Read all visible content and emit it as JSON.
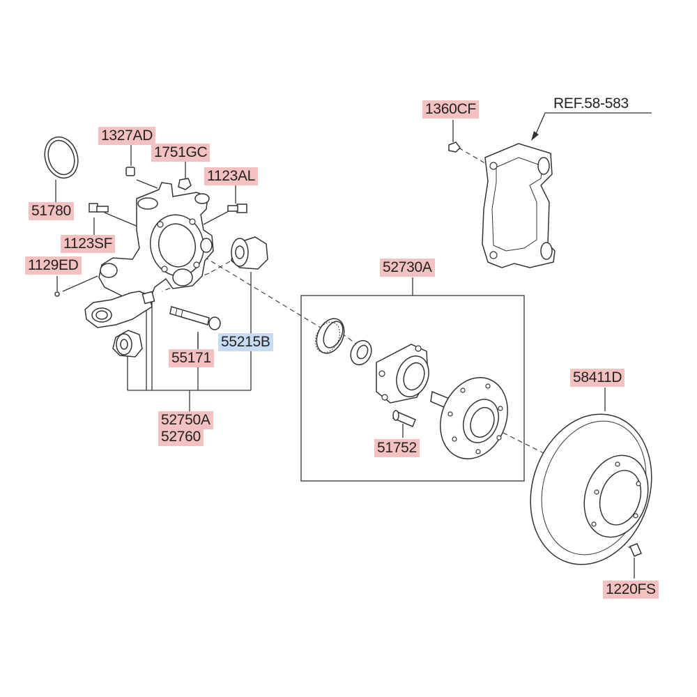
{
  "diagram": {
    "labels": {
      "p1327AD": "1327AD",
      "p1751GC": "1751GC",
      "p1123AL": "1123AL",
      "p51780": "51780",
      "p1123SF": "1123SF",
      "p1129ED": "1129ED",
      "p55215B": "55215B",
      "p55171": "55171",
      "p52750A": "52750A",
      "p52760": "52760",
      "p1360CF": "1360CF",
      "ref": "REF.58-583",
      "p52730A": "52730A",
      "p51752": "51752",
      "p58411D": "58411D",
      "p1220FS": "1220FS"
    },
    "colors": {
      "highlight_red": "#f4c1c1",
      "highlight_blue": "#c7dcf2",
      "line": "#333333"
    }
  }
}
